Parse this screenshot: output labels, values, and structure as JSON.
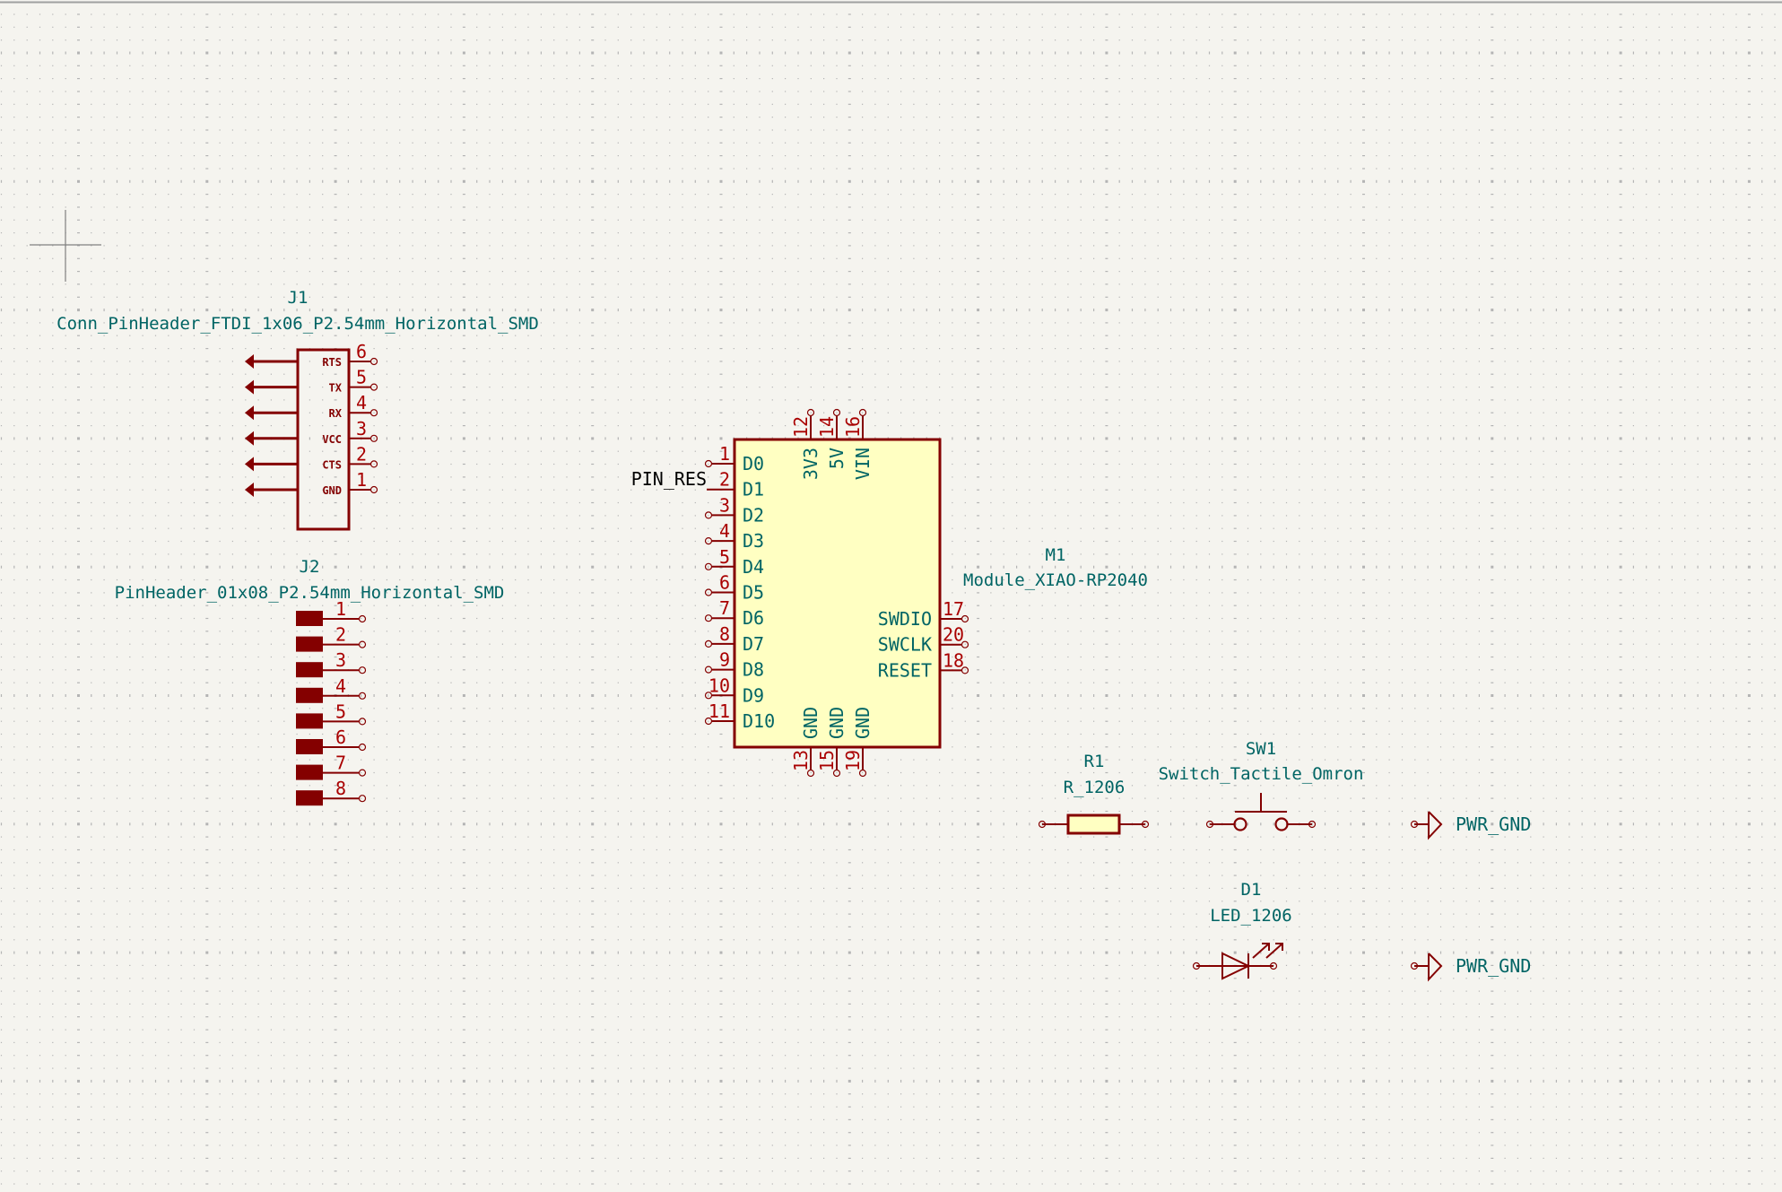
{
  "app": {
    "view": "schematic-editor-canvas"
  },
  "colors": {
    "background": "#f5f4ef",
    "grid": "#b4b4b4",
    "border": "#a0a0a0",
    "symbol": "#840000",
    "pin_number": "#a90000",
    "field_text": "#006464",
    "pin_name": "#006464",
    "body_fill": "#ffffc2",
    "label_text": "#000000",
    "cursor": "#808080"
  },
  "components": {
    "J1": {
      "reference": "J1",
      "value": "Conn_PinHeader_FTDI_1x06_P2.54mm_Horizontal_SMD",
      "pins": [
        {
          "number": "6",
          "name": "RTS"
        },
        {
          "number": "5",
          "name": "TX"
        },
        {
          "number": "4",
          "name": "RX"
        },
        {
          "number": "3",
          "name": "VCC"
        },
        {
          "number": "2",
          "name": "CTS"
        },
        {
          "number": "1",
          "name": "GND"
        }
      ]
    },
    "J2": {
      "reference": "J2",
      "value": "PinHeader_01x08_P2.54mm_Horizontal_SMD",
      "pins": [
        {
          "number": "1"
        },
        {
          "number": "2"
        },
        {
          "number": "3"
        },
        {
          "number": "4"
        },
        {
          "number": "5"
        },
        {
          "number": "6"
        },
        {
          "number": "7"
        },
        {
          "number": "8"
        }
      ]
    },
    "M1": {
      "reference": "M1",
      "value": "Module_XIAO-RP2040",
      "left_pins": [
        {
          "number": "1",
          "name": "D0"
        },
        {
          "number": "2",
          "name": "D1"
        },
        {
          "number": "3",
          "name": "D2"
        },
        {
          "number": "4",
          "name": "D3"
        },
        {
          "number": "5",
          "name": "D4"
        },
        {
          "number": "6",
          "name": "D5"
        },
        {
          "number": "7",
          "name": "D6"
        },
        {
          "number": "8",
          "name": "D7"
        },
        {
          "number": "9",
          "name": "D8"
        },
        {
          "number": "10",
          "name": "D9"
        },
        {
          "number": "11",
          "name": "D10"
        }
      ],
      "top_pins": [
        {
          "number": "12",
          "name": "3V3"
        },
        {
          "number": "14",
          "name": "5V"
        },
        {
          "number": "16",
          "name": "VIN"
        }
      ],
      "right_pins": [
        {
          "number": "17",
          "name": "SWDIO"
        },
        {
          "number": "20",
          "name": "SWCLK"
        },
        {
          "number": "18",
          "name": "RESET"
        }
      ],
      "bottom_pins": [
        {
          "number": "13",
          "name": "GND"
        },
        {
          "number": "15",
          "name": "GND"
        },
        {
          "number": "19",
          "name": "GND"
        }
      ]
    },
    "R1": {
      "reference": "R1",
      "value": "R_1206"
    },
    "SW1": {
      "reference": "SW1",
      "value": "Switch_Tactile_Omron"
    },
    "D1": {
      "reference": "D1",
      "value": "LED_1206"
    }
  },
  "net_labels": [
    {
      "text": "PIN_RES",
      "attached_to": "M1 pin 2"
    }
  ],
  "power_symbols": [
    {
      "text": "PWR_GND"
    },
    {
      "text": "PWR_GND"
    }
  ]
}
